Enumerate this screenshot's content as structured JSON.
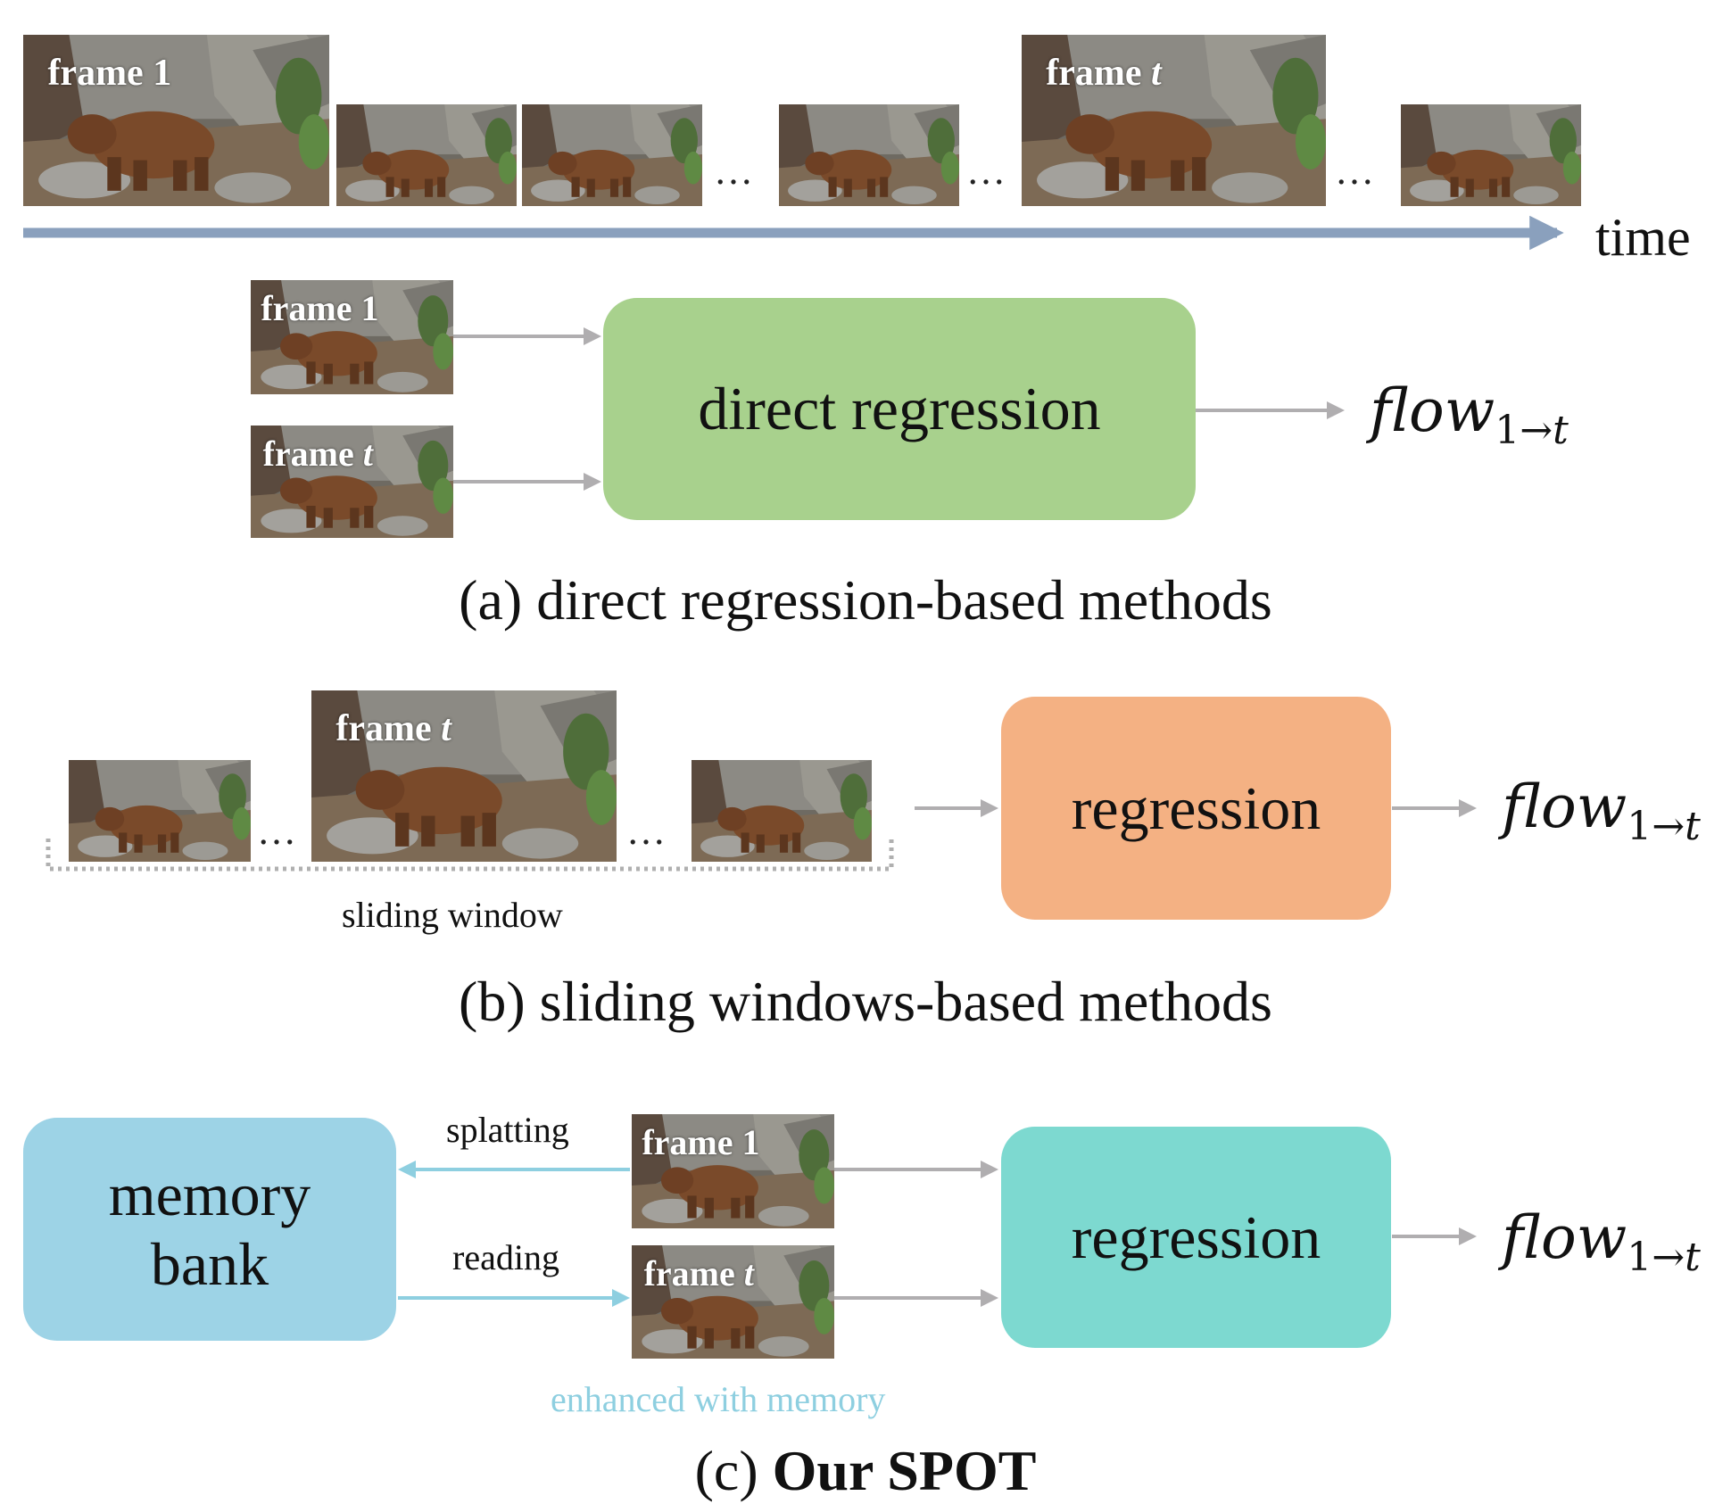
{
  "timeline": {
    "frame1_label": "frame 1",
    "framet_label_prefix": "frame ",
    "framet_label_var": "t",
    "ellipsis": "…",
    "time_label": "time"
  },
  "panel_a": {
    "frame1_label": "frame 1",
    "framet_label_prefix": "frame ",
    "framet_label_var": "t",
    "box_label": "direct regression",
    "output": {
      "main": "flow",
      "sub_num": "1",
      "sub_arrow": "→",
      "sub_var": "t"
    },
    "caption": "(a) direct regression-based methods"
  },
  "panel_b": {
    "framet_label_prefix": "frame ",
    "framet_label_var": "t",
    "ellipsis": "…",
    "window_label": "sliding window",
    "box_label": "regression",
    "output": {
      "main": "flow",
      "sub_num": "1",
      "sub_arrow": "→",
      "sub_var": "t"
    },
    "caption": "(b) sliding windows-based methods"
  },
  "panel_c": {
    "memory_label_line1": "memory",
    "memory_label_line2": "bank",
    "splatting_label": "splatting",
    "reading_label": "reading",
    "frame1_label": "frame 1",
    "framet_label_prefix": "frame ",
    "framet_label_var": "t",
    "enhanced_label": "enhanced with memory",
    "box_label": "regression",
    "output": {
      "main": "flow",
      "sub_num": "1",
      "sub_arrow": "→",
      "sub_var": "t"
    },
    "caption_prefix": "(c) ",
    "caption_bold": "Our SPOT"
  },
  "colors": {
    "timeline_arrow": "#8aa0bd",
    "arrow_gray": "#b0aeb0",
    "arrow_blue": "#8ecfe0",
    "green_box": "#a8d18d",
    "orange_box": "#f4b183",
    "memory_box": "#9dd3e6",
    "teal_box": "#7dd9d0",
    "enhanced_text": "#8ecfe0",
    "dotted_line": "#b0b0b0"
  }
}
